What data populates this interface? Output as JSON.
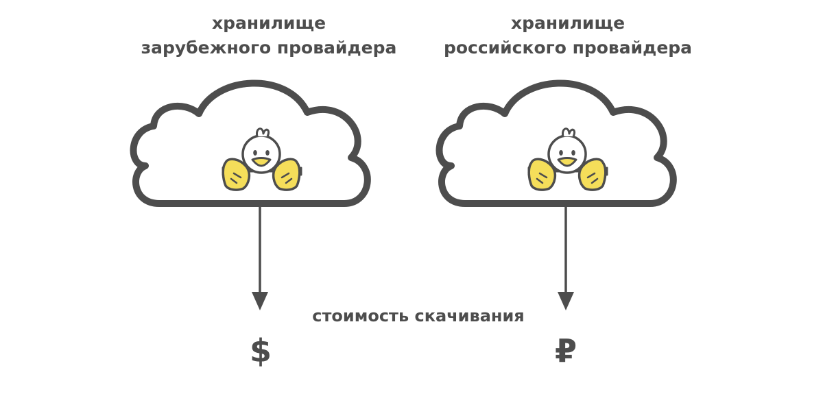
{
  "diagram": {
    "left": {
      "title_line1": "хранилище",
      "title_line2": "зарубежного провайдера",
      "currency": "$"
    },
    "right": {
      "title_line1": "хранилище",
      "title_line2": "российского провайдера",
      "currency": "₽"
    },
    "caption": "стоимость скачивания"
  },
  "colors": {
    "outline": "#4d4d4d",
    "mascot_fill": "#f5de5a",
    "background": "#ffffff"
  },
  "icons": [
    "cloud-icon",
    "duck-mascot-icon",
    "arrow-down-icon",
    "dollar-sign",
    "ruble-sign"
  ]
}
